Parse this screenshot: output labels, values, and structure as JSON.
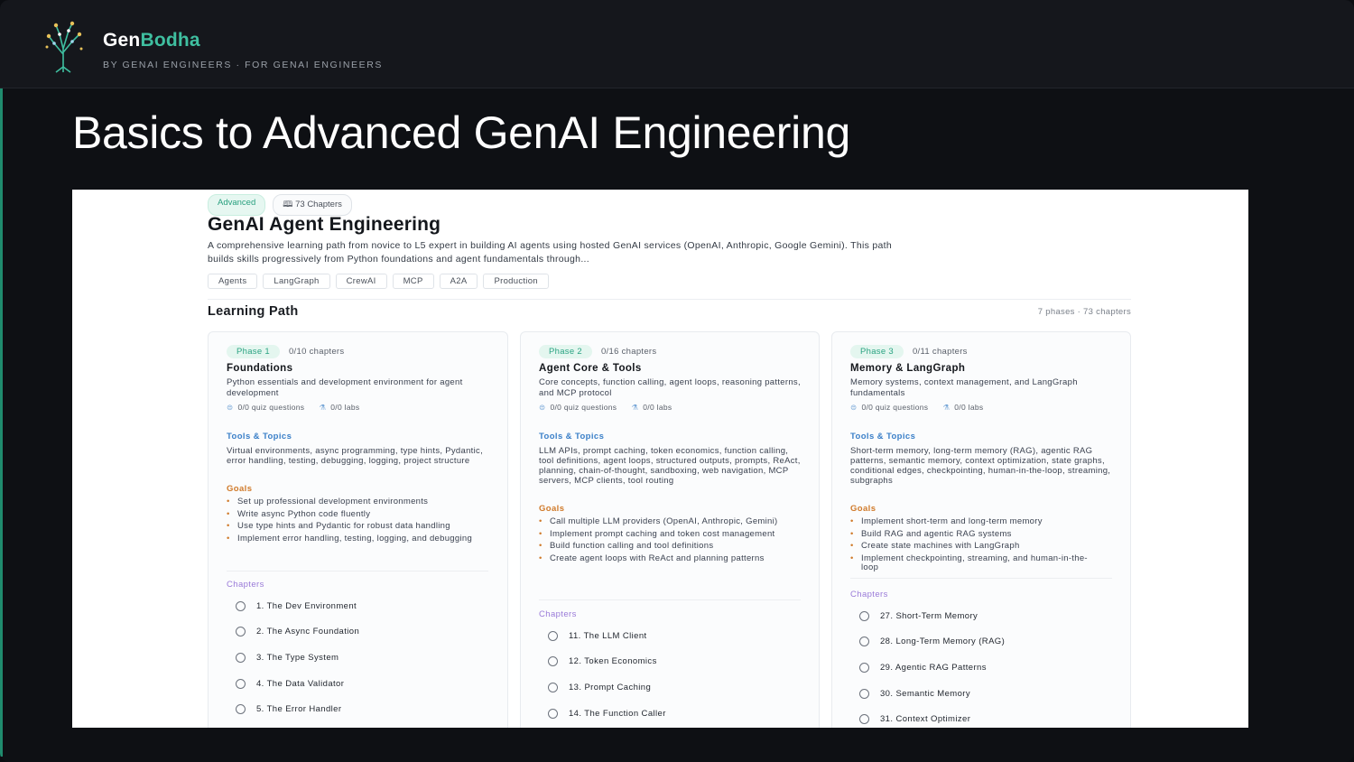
{
  "header": {
    "brand_gen": "Gen",
    "brand_bodha": "Bodha",
    "tagline": "BY GENAI ENGINEERS · FOR GENAI ENGINEERS"
  },
  "slide_title": "Basics to Advanced GenAI Engineering",
  "course": {
    "level": "Advanced",
    "chapters_badge": "73 Chapters",
    "title": "GenAI Agent Engineering",
    "description": "A comprehensive learning path from novice to L5 expert in building AI agents using hosted GenAI services (OpenAI, Anthropic, Google Gemini). This path builds skills progressively from Python foundations and agent fundamentals through...",
    "tags": [
      "Agents",
      "LangGraph",
      "CrewAI",
      "MCP",
      "A2A",
      "Production"
    ]
  },
  "learning_path": {
    "title": "Learning Path",
    "meta": "7 phases · 73 chapters"
  },
  "labels": {
    "tools": "Tools & Topics",
    "goals": "Goals",
    "chapters": "Chapters"
  },
  "phases": [
    {
      "badge": "Phase 1",
      "count": "0/10 chapters",
      "title": "Foundations",
      "desc": "Python essentials and development environment for agent development",
      "quiz": "0/0 quiz questions",
      "labs": "0/0 labs",
      "tools": "Virtual environments, async programming, type hints, Pydantic, error handling, testing, debugging, logging, project structure",
      "goals": [
        "Set up professional development environments",
        "Write async Python code fluently",
        "Use type hints and Pydantic for robust data handling",
        "Implement error handling, testing, logging, and debugging"
      ],
      "chapters": [
        "1. The Dev Environment",
        "2. The Async Foundation",
        "3. The Type System",
        "4. The Data Validator",
        "5. The Error Handler"
      ]
    },
    {
      "badge": "Phase 2",
      "count": "0/16 chapters",
      "title": "Agent Core & Tools",
      "desc": "Core concepts, function calling, agent loops, reasoning patterns, and MCP protocol",
      "quiz": "0/0 quiz questions",
      "labs": "0/0 labs",
      "tools": "LLM APIs, prompt caching, token economics, function calling, tool definitions, agent loops, structured outputs, prompts, ReAct, planning, chain-of-thought, sandboxing, web navigation, MCP servers, MCP clients, tool routing",
      "goals": [
        "Call multiple LLM providers (OpenAI, Anthropic, Gemini)",
        "Implement prompt caching and token cost management",
        "Build function calling and tool definitions",
        "Create agent loops with ReAct and planning patterns"
      ],
      "chapters": [
        "11. The LLM Client",
        "12. Token Economics",
        "13. Prompt Caching",
        "14. The Function Caller"
      ]
    },
    {
      "badge": "Phase 3",
      "count": "0/11 chapters",
      "title": "Memory & LangGraph",
      "desc": "Memory systems, context management, and LangGraph fundamentals",
      "quiz": "0/0 quiz questions",
      "labs": "0/0 labs",
      "tools": "Short-term memory, long-term memory (RAG), agentic RAG patterns, semantic memory, context optimization, state graphs, conditional edges, checkpointing, human-in-the-loop, streaming, subgraphs",
      "goals": [
        "Implement short-term and long-term memory",
        "Build RAG and agentic RAG systems",
        "Create state machines with LangGraph",
        "Implement checkpointing, streaming, and human-in-the-loop"
      ],
      "chapters": [
        "27. Short-Term Memory",
        "28. Long-Term Memory (RAG)",
        "29. Agentic RAG Patterns",
        "30. Semantic Memory",
        "31. Context Optimizer"
      ]
    }
  ]
}
